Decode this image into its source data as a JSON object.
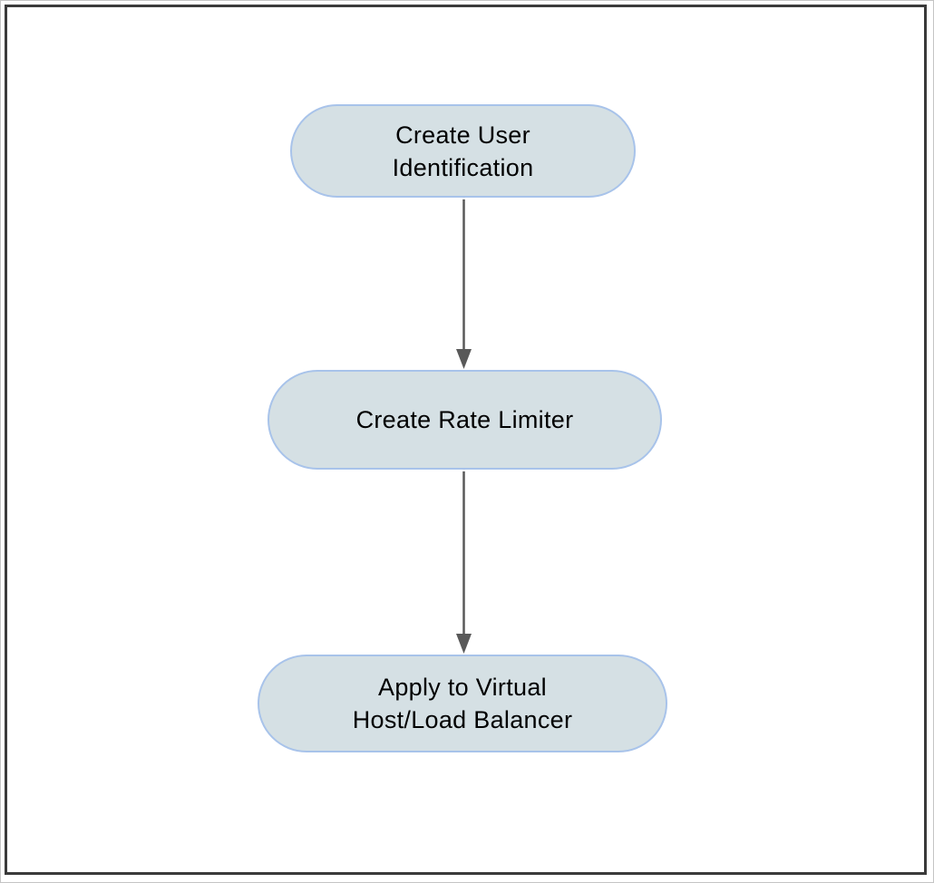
{
  "diagram": {
    "type": "flowchart",
    "direction": "top-down",
    "nodes": [
      {
        "id": "create-user-identification",
        "shape": "stadium",
        "label": "Create User\nIdentification"
      },
      {
        "id": "create-rate-limiter",
        "shape": "stadium",
        "label": "Create Rate Limiter"
      },
      {
        "id": "apply-to-virtual-host-load-balancer",
        "shape": "stadium",
        "label": "Apply to Virtual\nHost/Load Balancer"
      }
    ],
    "edges": [
      {
        "from": "create-user-identification",
        "to": "create-rate-limiter",
        "style": "solid-arrow-down"
      },
      {
        "from": "create-rate-limiter",
        "to": "apply-to-virtual-host-load-balancer",
        "style": "solid-arrow-down"
      }
    ],
    "colors": {
      "node_fill": "#d5e0e4",
      "node_border": "#a8c3ea",
      "node_text": "#000000",
      "arrow": "#595959",
      "frame_border": "#3a3a3a",
      "background": "#ffffff"
    }
  }
}
